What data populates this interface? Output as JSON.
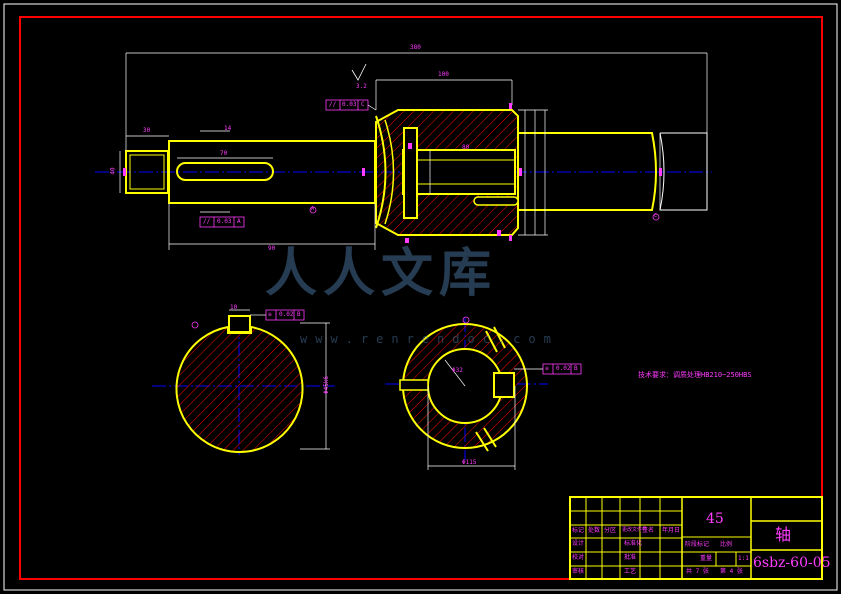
{
  "drawing": {
    "colors": {
      "background": "#000000",
      "outline": "#ffff00",
      "border": "#ff0000",
      "centerline": "#0000ff",
      "dimension": "#ff3cff",
      "hatch": "#ff0000",
      "title_block_lines": "#ffff00"
    },
    "dimensions": {
      "overall_length": "380",
      "head_length": "100",
      "shaft_section_length": "90",
      "keyway_length": "70",
      "inner_bore": "80",
      "end_width": "30",
      "end_diameter": "40",
      "slot_width": "14",
      "key_width": "10",
      "dia_section_a": "Φ45k6",
      "dia_section_b": "Φ115",
      "bore_label": "Φ32",
      "chamfer": "3.2"
    },
    "tolerance_frames": [
      {
        "symbol": "//",
        "value": "0.03",
        "datum": "C"
      },
      {
        "symbol": "//",
        "value": "0.03",
        "datum": "A"
      },
      {
        "symbol": "≡",
        "value": "0.02",
        "datum": "B"
      },
      {
        "symbol": "≡",
        "value": "0.02",
        "datum": "B"
      }
    ],
    "section_markers": [
      "A",
      "C"
    ],
    "technical_requirements": "技术要求：调质处理HB210~250HBS",
    "watermark": {
      "brand": "人人文库",
      "url": "www.renrendoc.com"
    },
    "title_block": {
      "material": "45",
      "part_name": "轴",
      "drawing_number": "6sbz-60-05",
      "scale_label": "比例",
      "scale_value": "1:1",
      "sheets_total": "共 7 张",
      "sheet_no": "第 4 张",
      "rows": [
        "标记",
        "设计",
        "校对",
        "审核",
        "工艺",
        "批准",
        "处数",
        "分区",
        "更改文件号",
        "签名",
        "年月日",
        "标准化",
        "阶段标记",
        "重量"
      ]
    }
  }
}
